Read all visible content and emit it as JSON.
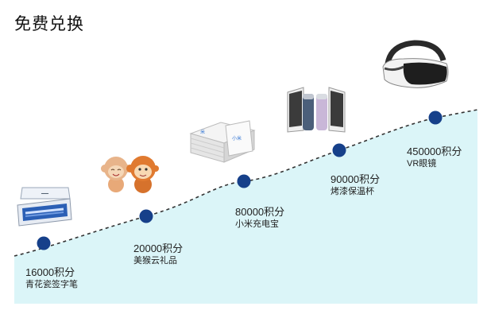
{
  "page": {
    "title": "免费兑换"
  },
  "colors": {
    "accent": "#16408a",
    "fill": "#dbf5f8",
    "dash": "#333333"
  },
  "rewards": [
    {
      "points": "16000积分",
      "name": "青花瓷签字笔",
      "icon": "pen-box-icon"
    },
    {
      "points": "20000积分",
      "name": "美猴云礼品",
      "icon": "monkey-doll-icon"
    },
    {
      "points": "80000积分",
      "name": "小米充电宝",
      "icon": "power-bank-icon"
    },
    {
      "points": "90000积分",
      "name": "烤漆保温杯",
      "icon": "thermos-icon"
    },
    {
      "points": "450000积分",
      "name": "VR眼镜",
      "icon": "vr-headset-icon"
    }
  ]
}
